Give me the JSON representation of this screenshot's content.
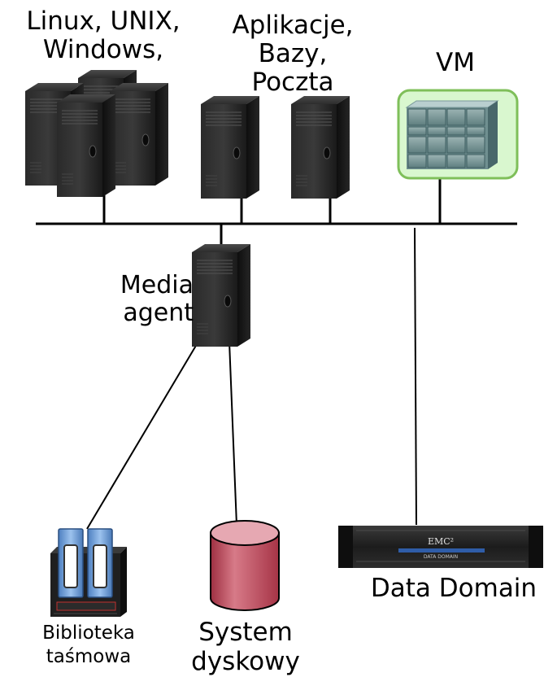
{
  "labels": {
    "group_os": [
      "Linux, UNIX,",
      "Windows,"
    ],
    "group_apps": [
      "Aplikacje,",
      "Bazy,",
      "Poczta"
    ],
    "vm": "VM",
    "media_agent": [
      "Media",
      "agent"
    ],
    "tape_library": [
      "Biblioteka",
      "taśmowa"
    ],
    "disk_system": [
      "System",
      "dyskowy"
    ],
    "data_domain": "Data Domain",
    "dd_brand": "EMC²",
    "dd_model": "DATA DOMAIN"
  },
  "colors": {
    "line": "#000000",
    "server_dark": "#1c1c1c",
    "vm_border": "#7fbf5a",
    "vm_fill": "#d9f7cf",
    "disk": "#c24a5c",
    "tape_blue": "#6f9fd8"
  },
  "icons": {
    "server": "tower-server-icon",
    "vm": "vm-rack-icon",
    "tape": "tape-library-icon",
    "disk": "disk-cylinder-icon",
    "appliance": "data-domain-appliance-icon"
  }
}
